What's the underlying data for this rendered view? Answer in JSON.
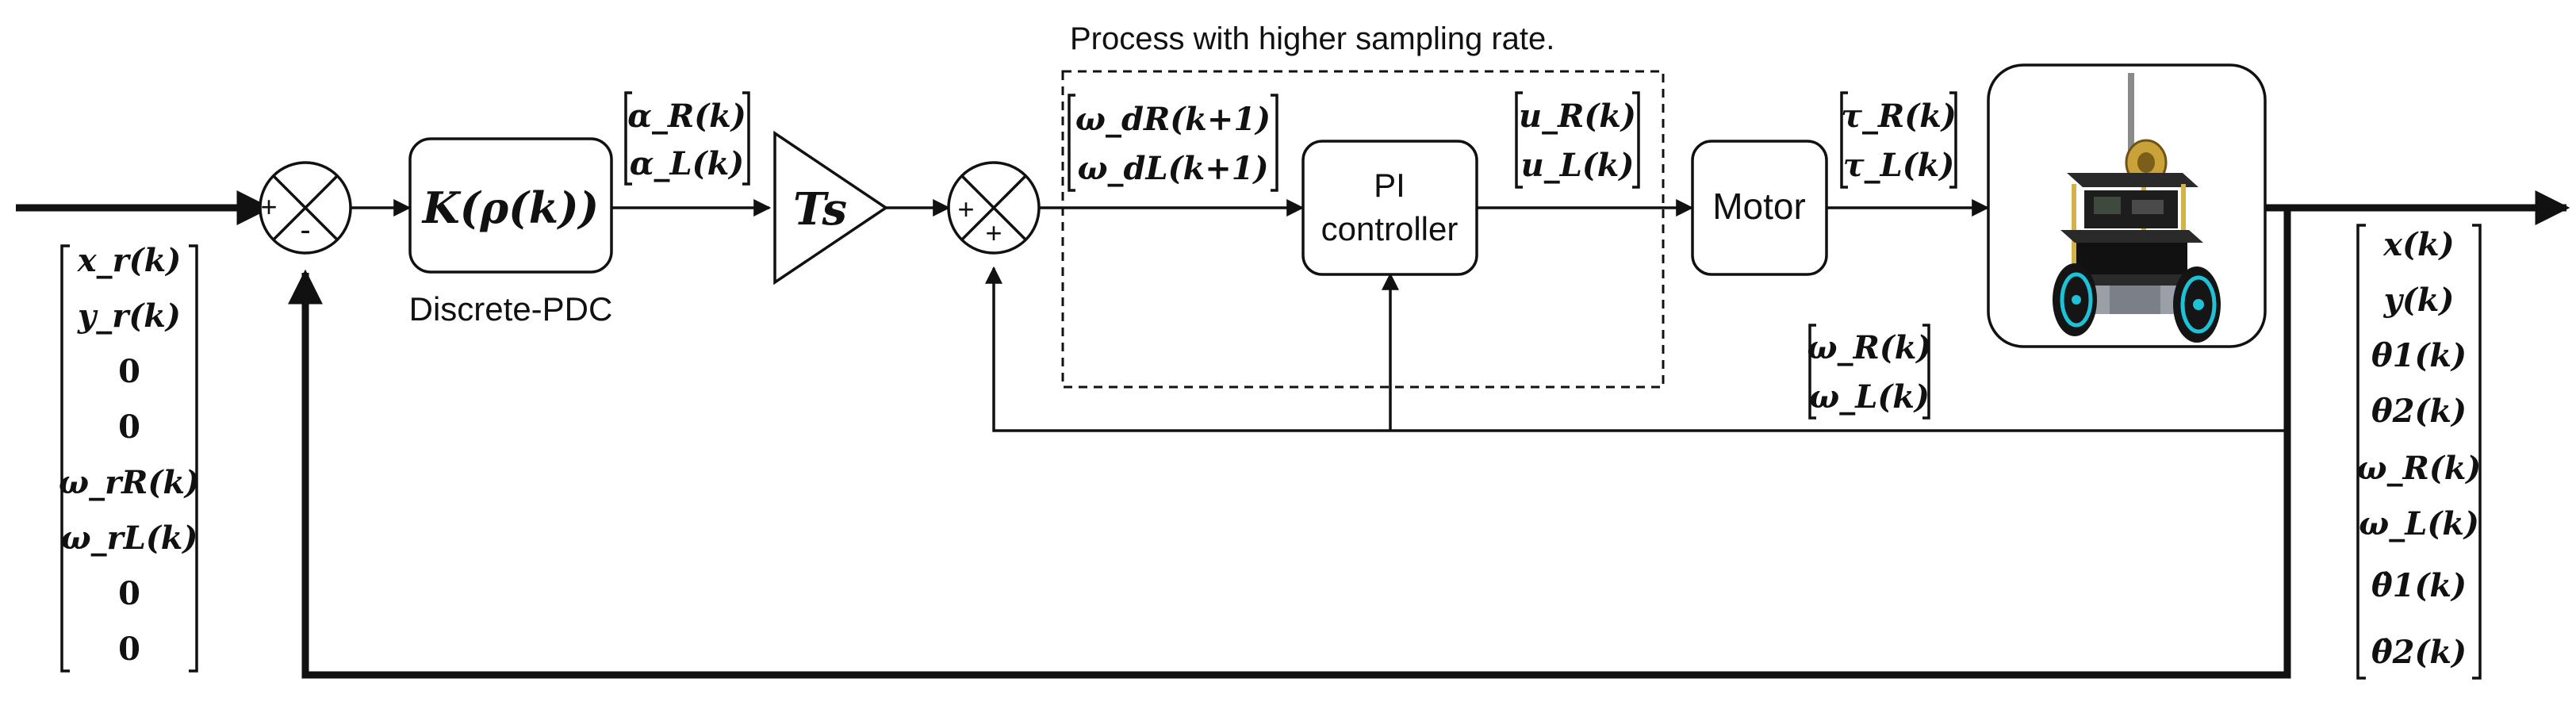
{
  "dashed_region_label": "Process with higher sampling rate.",
  "blocks": {
    "controller_gain": "K(ρ(k))",
    "controller_caption": "Discrete-PDC",
    "sampling_gain": "Ts",
    "pi_line1": "PI",
    "pi_line2": "controller",
    "motor": "Motor"
  },
  "summing_junctions": {
    "outer_plus": "+",
    "outer_minus": "-",
    "inner_plus_left": "+",
    "inner_plus_bottom": "+"
  },
  "signals": {
    "reference": [
      "x_r(k)",
      "y_r(k)",
      "0",
      "0",
      "ω_rR(k)",
      "ω_rL(k)",
      "0",
      "0"
    ],
    "alpha": [
      "α_R(k)",
      "α_L(k)"
    ],
    "omega_desired": [
      "ω_dR(k+1)",
      "ω_dL(k+1)"
    ],
    "control_input": [
      "u_R(k)",
      "u_L(k)"
    ],
    "torque": [
      "τ_R(k)",
      "τ_L(k)"
    ],
    "wheel_speed_feedback": [
      "ω_R(k)",
      "ω_L(k)"
    ],
    "state_output": [
      "x(k)",
      "y(k)",
      "θ1(k)",
      "θ2(k)",
      "ω_R(k)",
      "ω_L(k)",
      "θ̇1(k)",
      "θ̇2(k)"
    ]
  },
  "icons": {
    "robot": "two-wheeled-self-balancing-robot-image",
    "summing_junction": "circle-with-cross-icon",
    "arrow": "arrowhead-icon"
  }
}
